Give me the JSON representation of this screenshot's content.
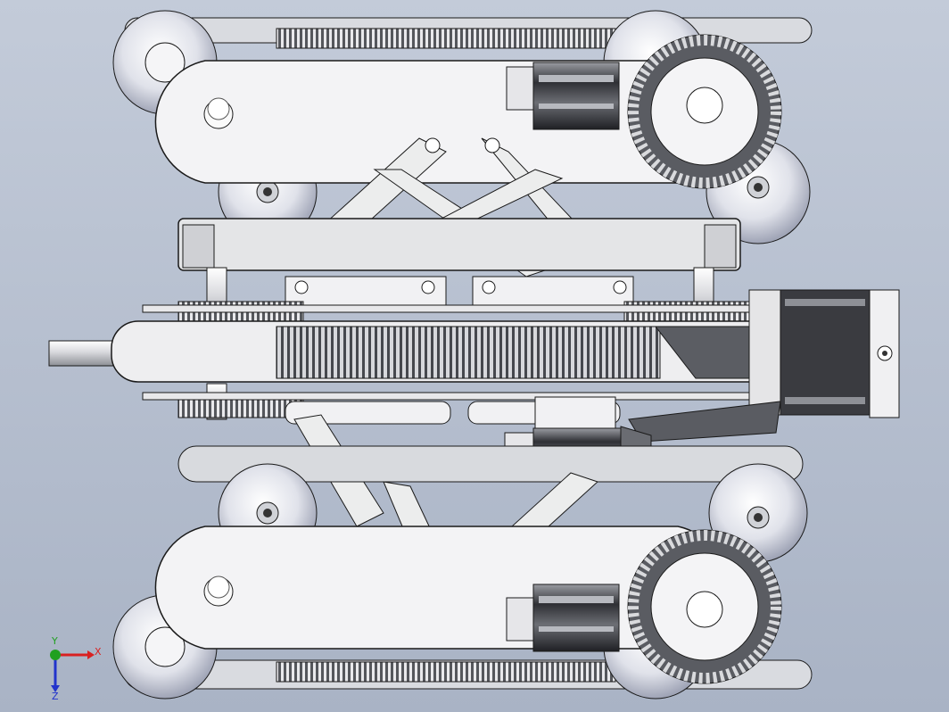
{
  "viewport": {
    "background_top": "#c3cbd9",
    "background_bottom": "#a9b3c5"
  },
  "model": {
    "part_fill": "#f2f2f4",
    "part_stroke": "#1a1a1a",
    "shade": "#cfd1d6",
    "dark": "#2a2a2e"
  },
  "triad": {
    "x_label": "X",
    "y_label": "Y",
    "z_label": "Z",
    "x_color": "#d92121",
    "y_color": "#20a020",
    "z_color": "#2233cc"
  }
}
